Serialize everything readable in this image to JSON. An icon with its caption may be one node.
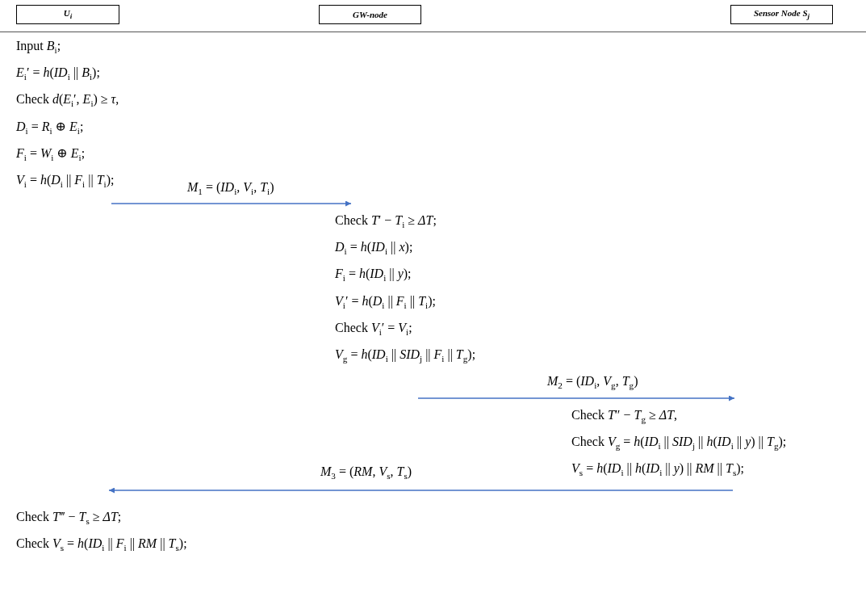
{
  "diagram": {
    "nodes": [
      {
        "text": [
          "U$_{i}$"
        ]
      },
      {
        "text": [
          "GW-node"
        ]
      },
      {
        "text": [
          "Sensor Node S$_{j}$"
        ]
      },
      {
        "text": [
          "Input *B*$_{i}$;",
          "*E*$_{i}$′ = *h*(*ID*$_{i}$ || *B*$_{i}$);",
          "Check *d*(*E*$_{i}$′, *E*$_{i}$) ≥ *τ*,",
          "*D*$_{i}$ = *R*$_{i}$ ⊕ *E*$_{i}$;",
          "*F*$_{i}$ = *W*$_{i}$ ⊕ *E*$_{i}$;",
          "*V*$_{i}$ = *h*(*D*$_{i}$ || *F*$_{i}$ || *T*$_{i}$);"
        ]
      },
      {
        "text": [
          "Check *T*′ − *T*$_{i}$ ≥ *ΔT*;",
          "*D*$_{i}$ = *h*(*ID*$_{i}$ || *x*);",
          "*F*$_{i}$ = *h*(*ID*$_{i}$ || *y*);",
          "*V*$_{i}$′ = *h*(*D*$_{i}$ || *F*$_{i}$ || *T*$_{i}$);",
          "Check *V*$_{i}$′ = *V*$_{i}$;",
          "*V*$_{g}$ = *h*(*ID*$_{i}$ || *SID*$_{j}$ || *F*$_{i}$ || *T*$_{g}$);"
        ]
      },
      {
        "text": [
          "Check *T*″ − *T*$_{g}$ ≥ *ΔT*,",
          "Check *V*$_{g}$ = *h*(*ID*$_{i}$ || *SID*$_{j}$ || *h*(*ID*$_{i}$ || *y*) || *T*$_{g}$);",
          "*V*$_{s}$ = *h*(*ID*$_{i}$ || *h*(*ID*$_{i}$ || *y*) || *RM* || *T*$_{s}$);"
        ]
      },
      {
        "text": [
          "Check *T*‴ − *T*$_{s}$ ≥ *ΔT*;",
          "Check *V*$_{s}$ = *h*(*ID*$_{i}$ || *F*$_{i}$ || *RM* || *T*$_{s}$);"
        ]
      }
    ],
    "edges": [
      {
        "from": 3,
        "to": 4,
        "arrow": "to",
        "label": "*M*$_{1}$ = (*ID*$_{i}$, *V*$_{i}$, *T*$_{i}$)"
      },
      {
        "from": 4,
        "to": 5,
        "arrow": "to",
        "label": "*M*$_{2}$ = (*ID*$_{i}$, *V*$_{g}$, *T*$_{g}$)"
      },
      {
        "from": 5,
        "to": 6,
        "arrow": "to",
        "label": "*M*$_{3}$ = (*RM*, *V*$_{s}$, *T*$_{s}$)"
      }
    ]
  }
}
